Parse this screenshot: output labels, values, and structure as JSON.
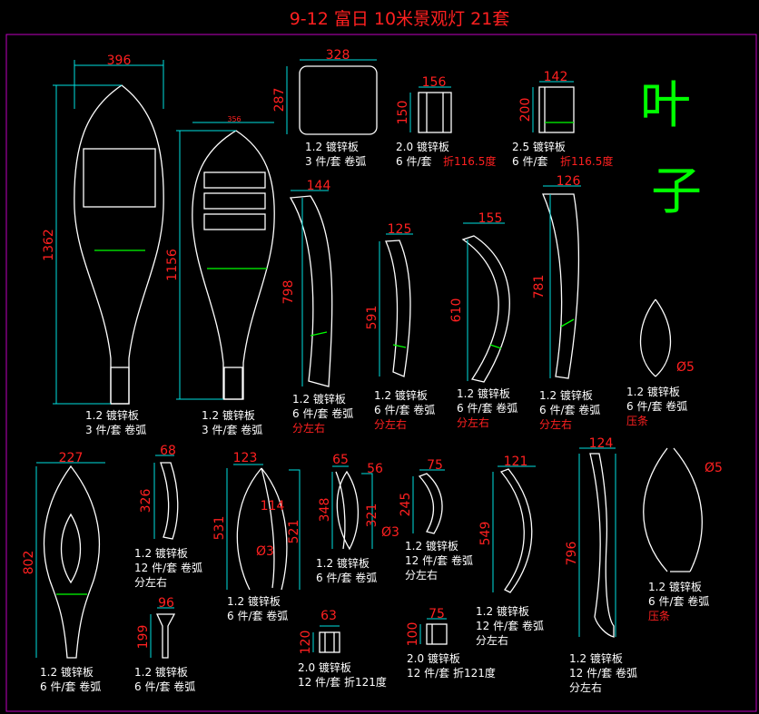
{
  "title": "9-12  富日  10米景观灯  21套",
  "side_label": [
    "叶",
    "子"
  ],
  "colors": {
    "white": "#ffffff",
    "red": "#ff2020",
    "cyan": "#00e0e0",
    "green": "#00ff00",
    "frame": "#c000c0",
    "yellow": "#ffff00"
  },
  "parts": [
    {
      "dim": "396",
      "hdim": "1362",
      "l1": "1.2 镀锌板",
      "l2": "3 件/套 卷弧",
      "note": ""
    },
    {
      "dim": "356",
      "hdim": "1156",
      "l1": "1.2 镀锌板",
      "l2": "3 件/套 卷弧",
      "note": ""
    },
    {
      "dim": "328",
      "hdim": "287",
      "l1": "1.2 镀锌板",
      "l2": "3 件/套 卷弧",
      "note": ""
    },
    {
      "dim": "156",
      "hdim": "150",
      "l1": "2.0 镀锌板",
      "l2": "6 件/套",
      "note": "折116.5度"
    },
    {
      "dim": "142",
      "hdim": "200",
      "l1": "2.5 镀锌板",
      "l2": "6 件/套",
      "note": "折116.5度"
    },
    {
      "dim": "144",
      "hdim": "798",
      "l1": "1.2 镀锌板",
      "l2": "6 件/套 卷弧",
      "note": "分左右"
    },
    {
      "dim": "125",
      "hdim": "591",
      "l1": "1.2 镀锌板",
      "l2": "6 件/套 卷弧",
      "note": "分左右"
    },
    {
      "dim": "155",
      "hdim": "610",
      "l1": "1.2 镀锌板",
      "l2": "6 件/套 卷弧",
      "note": "分左右"
    },
    {
      "dim": "126",
      "hdim": "781",
      "l1": "1.2 镀锌板",
      "l2": "6 件/套 卷弧",
      "note": "分左右"
    },
    {
      "dim": "Ø5",
      "hdim": "",
      "l1": "1.2 镀锌板",
      "l2": "6 件/套 卷弧",
      "note": "压条"
    },
    {
      "dim": "227",
      "hdim": "802",
      "l1": "1.2 镀锌板",
      "l2": "6 件/套 卷弧",
      "note": ""
    },
    {
      "dim": "68",
      "hdim": "326",
      "l1": "1.2 镀锌板",
      "l2": "12 件/套 卷弧",
      "note": "分左右"
    },
    {
      "dim": "96",
      "hdim": "199",
      "l1": "1.2 镀锌板",
      "l2": "6 件/套 卷弧",
      "note": ""
    },
    {
      "dim": "123",
      "hdim": "531",
      "l1": "1.2 镀锌板",
      "l2": "6 件/套 卷弧",
      "note": "",
      "extra": [
        "114",
        "521",
        "Ø3"
      ]
    },
    {
      "dim": "65",
      "hdim": "348",
      "l1": "1.2 镀锌板",
      "l2": "6 件/套 卷弧",
      "note": "",
      "extra": [
        "56",
        "321",
        "Ø3"
      ]
    },
    {
      "dim": "63",
      "hdim": "120",
      "l1": "2.0 镀锌板",
      "l2": "12 件/套 折121度",
      "note": ""
    },
    {
      "dim": "75",
      "hdim": "245",
      "l1": "1.2 镀锌板",
      "l2": "12 件/套 卷弧",
      "note": "分左右"
    },
    {
      "dim": "75",
      "hdim": "100",
      "l1": "2.0 镀锌板",
      "l2": "12 件/套 折121度",
      "note": ""
    },
    {
      "dim": "121",
      "hdim": "549",
      "l1": "1.2 镀锌板",
      "l2": "12 件/套 卷弧",
      "note": "分左右"
    },
    {
      "dim": "124",
      "hdim": "796",
      "l1": "1.2 镀锌板",
      "l2": "12 件/套 卷弧",
      "note": "分左右"
    },
    {
      "dim": "Ø5",
      "hdim": "",
      "l1": "1.2 镀锌板",
      "l2": "6 件/套 卷弧",
      "note": "压条"
    }
  ]
}
